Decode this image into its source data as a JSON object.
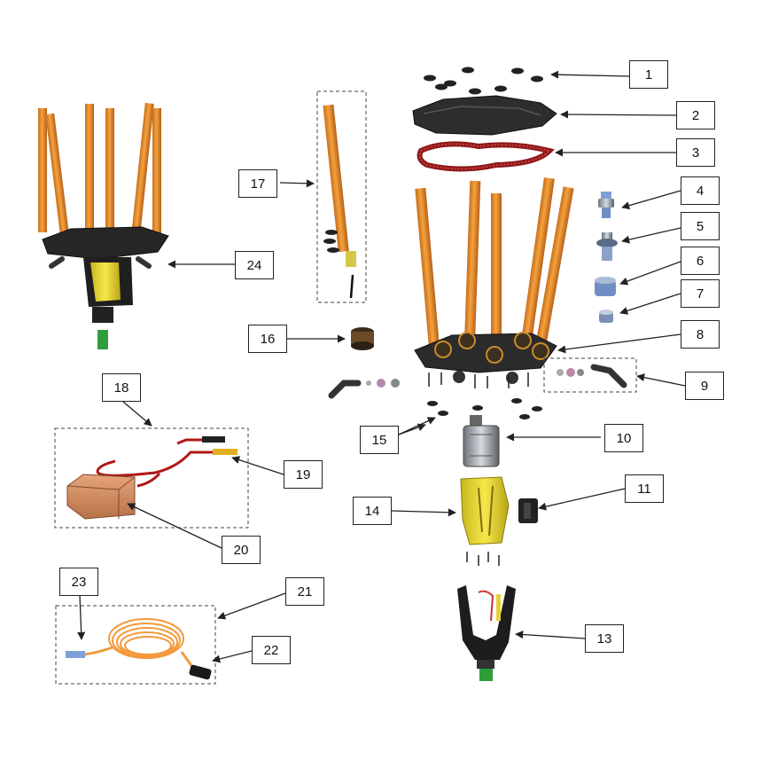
{
  "diagram": {
    "type": "exploded-parts-view",
    "callouts": [
      {
        "id": "c1",
        "label": "1"
      },
      {
        "id": "c2",
        "label": "2"
      },
      {
        "id": "c3",
        "label": "3"
      },
      {
        "id": "c4",
        "label": "4"
      },
      {
        "id": "c5",
        "label": "5"
      },
      {
        "id": "c6",
        "label": "6"
      },
      {
        "id": "c7",
        "label": "7"
      },
      {
        "id": "c8",
        "label": "8"
      },
      {
        "id": "c9",
        "label": "9"
      },
      {
        "id": "c10",
        "label": "10"
      },
      {
        "id": "c11",
        "label": "11"
      },
      {
        "id": "c13",
        "label": "13"
      },
      {
        "id": "c14",
        "label": "14"
      },
      {
        "id": "c15",
        "label": "15"
      },
      {
        "id": "c16",
        "label": "16"
      },
      {
        "id": "c17",
        "label": "17"
      },
      {
        "id": "c18",
        "label": "18"
      },
      {
        "id": "c19",
        "label": "19"
      },
      {
        "id": "c20",
        "label": "20"
      },
      {
        "id": "c21",
        "label": "21"
      },
      {
        "id": "c22",
        "label": "22"
      },
      {
        "id": "c23",
        "label": "23"
      },
      {
        "id": "c24",
        "label": "24"
      }
    ],
    "colors": {
      "rod": "#f0962e",
      "rod_dark": "#b8621a",
      "base_dark": "#2a2a2a",
      "belt": "#9b1c1c",
      "housing_yellow": "#f2e03a",
      "metal": "#8a8f96",
      "blue_fitting": "#6f8fc4",
      "copper_box": "#d08a5c",
      "cable_red": "#c42020",
      "orange_cable": "#f29a3c",
      "green_plug": "#2e9e3a"
    }
  }
}
